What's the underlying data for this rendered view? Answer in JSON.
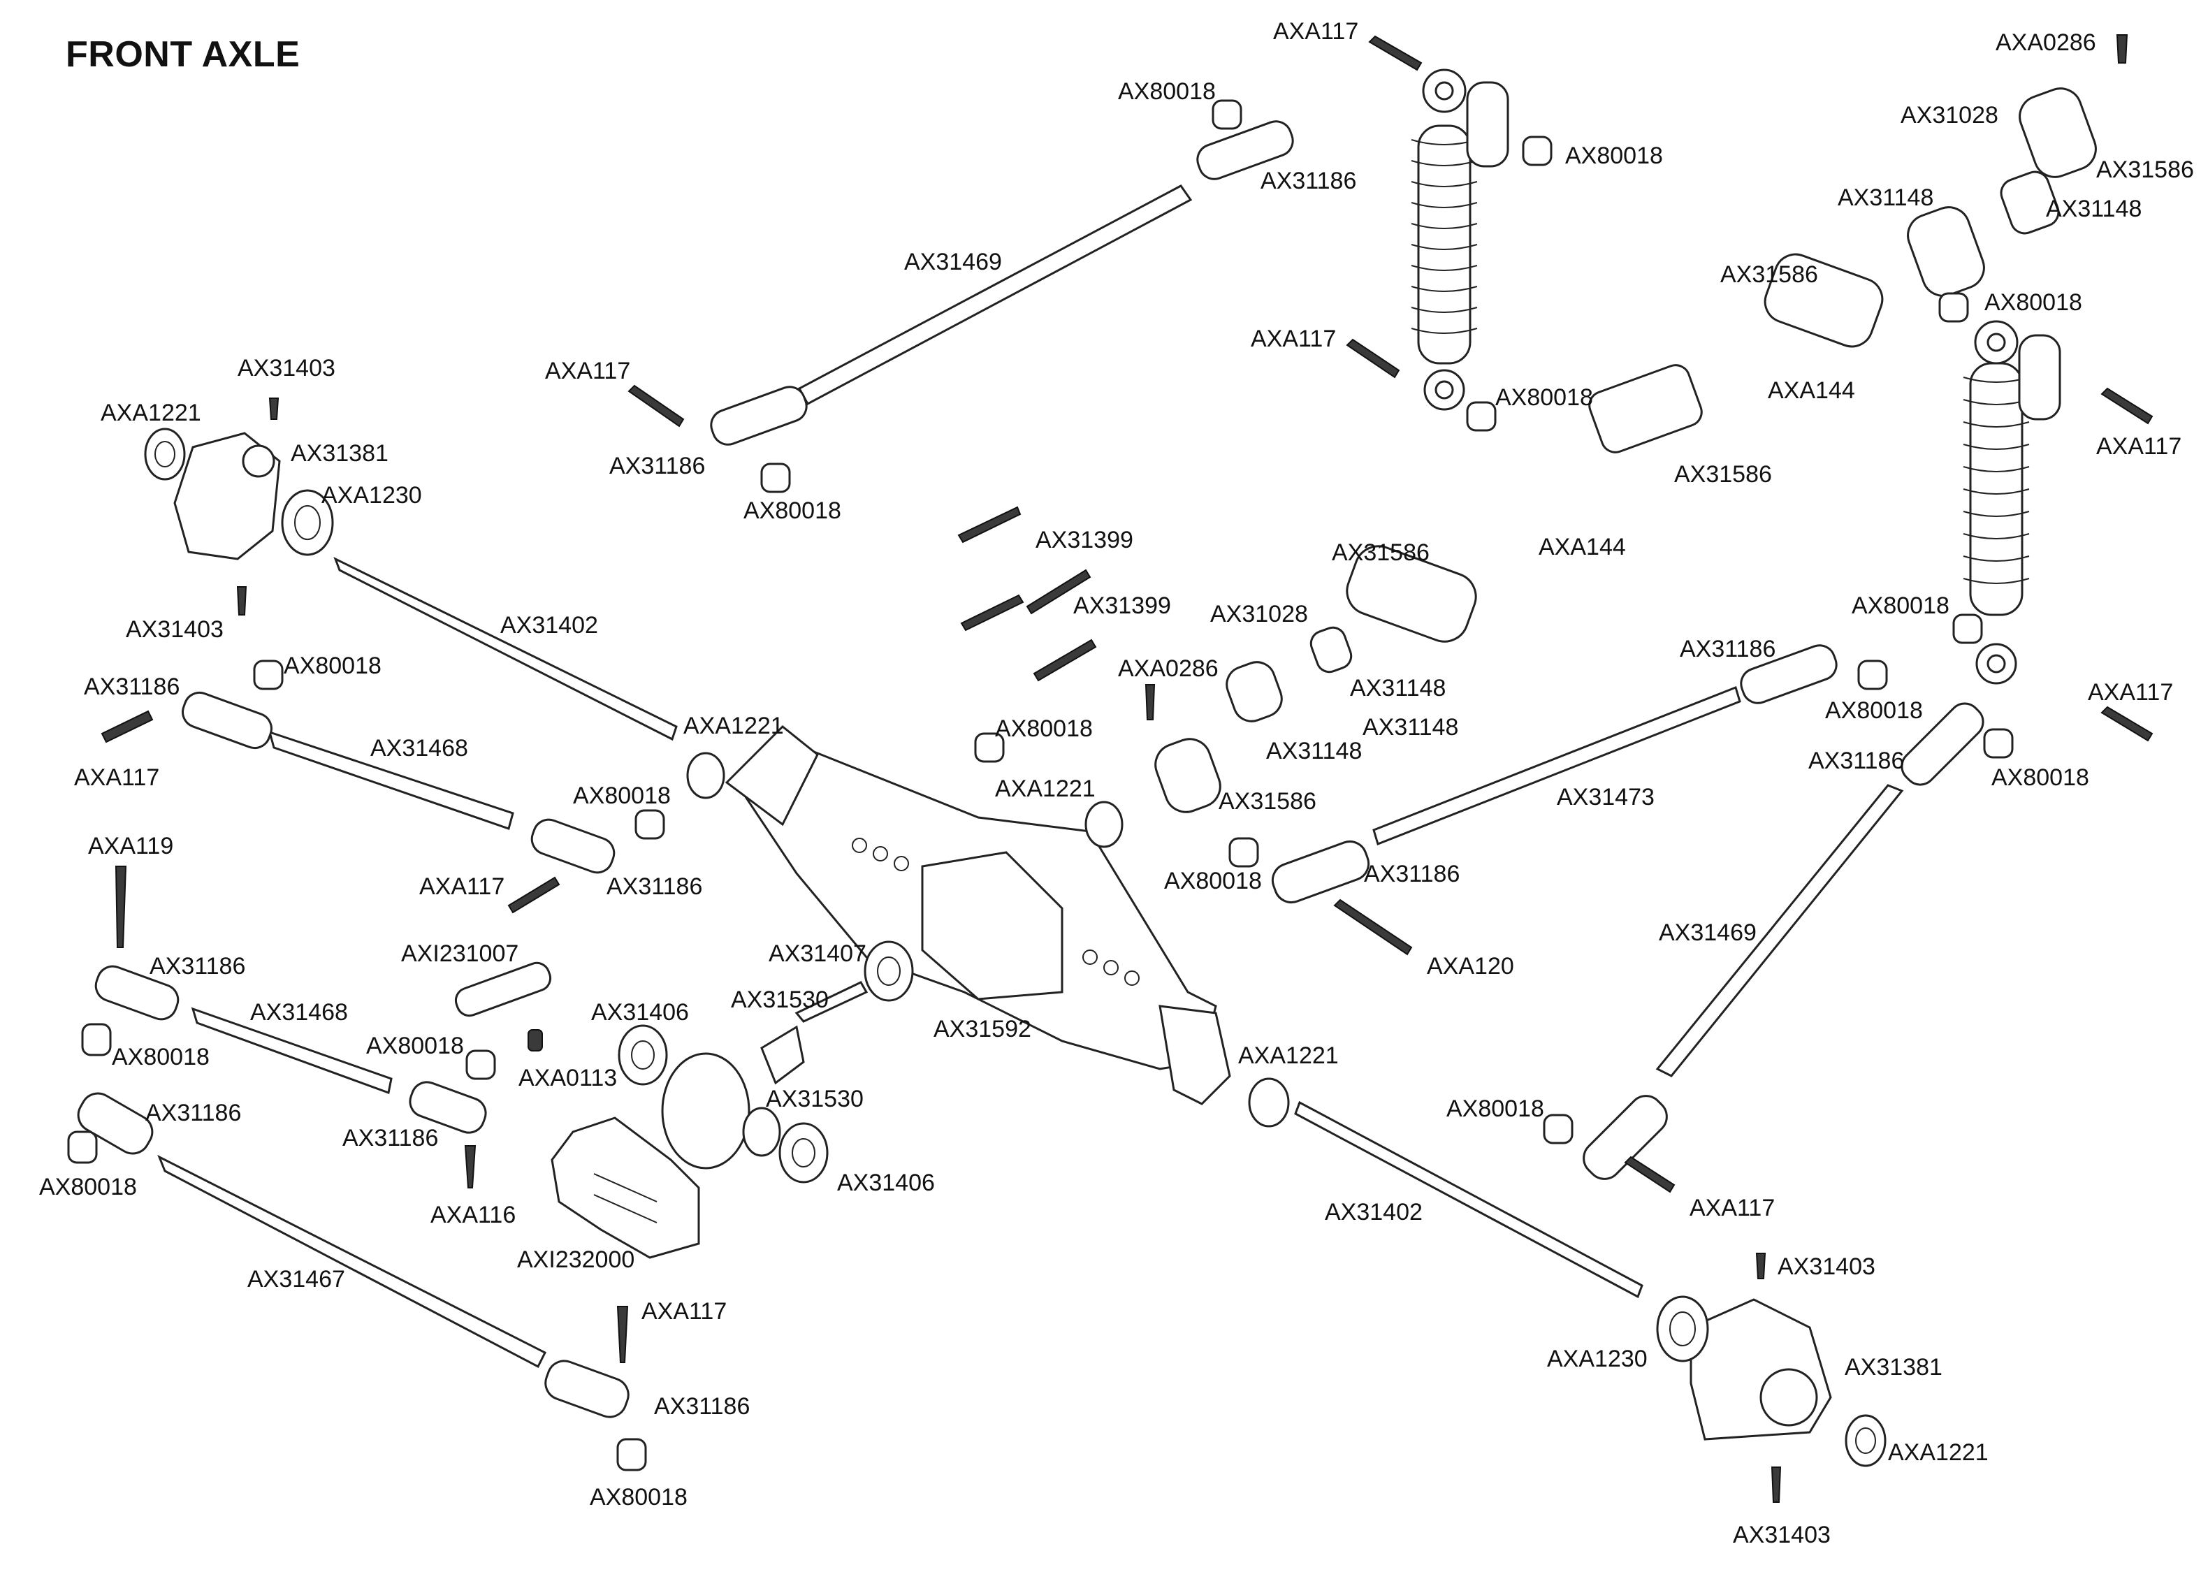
{
  "title": "FRONT AXLE",
  "labels": [
    "AXA117",
    "AX80018",
    "AX31186",
    "AX80018",
    "AXA0286",
    "AX31028",
    "AX31586",
    "AX31148",
    "AX31148",
    "AX31469",
    "AXA117",
    "AX80018",
    "AX31586",
    "AX80018",
    "AX31403",
    "AXA117",
    "AXA144",
    "AXA1221",
    "AX31381",
    "AXA117",
    "AX31186",
    "AX80018",
    "AX31586",
    "AXA1230",
    "AXA144",
    "AX31399",
    "AX31586",
    "AX31399",
    "AX80018",
    "AX31403",
    "AX31402",
    "AX31028",
    "AX31186",
    "AX31148",
    "AX31186",
    "AX80018",
    "AXA117",
    "AXA0286",
    "AX31148",
    "AX80018",
    "AXA117",
    "AX31148",
    "AX31468",
    "AXA1221",
    "AX80018",
    "AX31186",
    "AXA1221",
    "AX31473",
    "AX80018",
    "AX31586",
    "AXA117",
    "AX80018",
    "AX31186",
    "AXA119",
    "AX80018",
    "AX31186",
    "AXA120",
    "AX31469",
    "AXI231007",
    "AX31407",
    "AX31186",
    "AX31468",
    "AX31406",
    "AX31530",
    "AX31592",
    "AX80018",
    "AX80018",
    "AXA0113",
    "AXA1221",
    "AX31530",
    "AX31186",
    "AX80018",
    "AX31186",
    "AX80018",
    "AX31406",
    "AXA116",
    "AXA117",
    "AX31402",
    "AXI232000",
    "AX31403",
    "AX31467",
    "AXA117",
    "AXA1230",
    "AX31381",
    "AX31186",
    "AXA1221",
    "AX80018",
    "AX31403"
  ]
}
